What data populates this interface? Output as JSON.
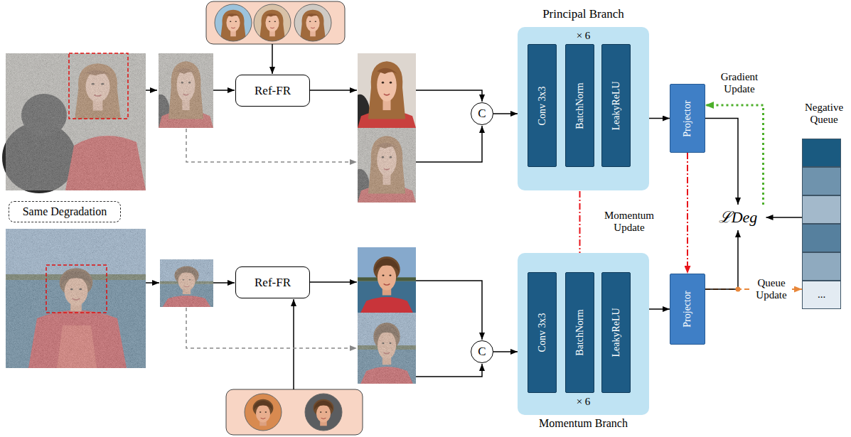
{
  "diagram": {
    "nodes": [
      {
        "text": [
          "Ref-FR"
        ]
      },
      {
        "text": [
          "C"
        ]
      },
      {
        "text": [
          "Principal Branch",
          "× 6"
        ]
      },
      {
        "text": [
          "Conv 3x3"
        ],
        "in": 2
      },
      {
        "text": [
          "BatchNorm"
        ],
        "in": 2
      },
      {
        "text": [
          "LeakyReLU"
        ],
        "in": 2
      },
      {
        "text": [
          "Projector"
        ]
      },
      {
        "text": [
          "ℒDeg"
        ]
      },
      {
        "text": [
          "Negative Queue",
          "..."
        ]
      },
      {
        "text": [
          "Same Degradation"
        ]
      },
      {
        "text": [
          "Ref-FR"
        ]
      },
      {
        "text": [
          "C"
        ]
      },
      {
        "text": [
          "× 6",
          "Momentum Branch"
        ]
      },
      {
        "text": [
          "Conv 3x3"
        ],
        "in": 12
      },
      {
        "text": [
          "BatchNorm"
        ],
        "in": 12
      },
      {
        "text": [
          "LeakyReLU"
        ],
        "in": 12
      },
      {
        "text": [
          "Projector"
        ]
      }
    ],
    "edges": [
      {
        "from": 1,
        "to": 2,
        "arrow": "to"
      },
      {
        "from": 2,
        "to": 6,
        "arrow": "to"
      },
      {
        "from": 6,
        "to": 7,
        "arrow": "to"
      },
      {
        "from": 7,
        "to": 6,
        "label": "Gradient Update",
        "arrow": "to"
      },
      {
        "from": 8,
        "to": 7,
        "arrow": "to"
      },
      {
        "from": 16,
        "to": 8,
        "label": "Queue Update",
        "arrow": "to"
      },
      {
        "from": 16,
        "to": 7,
        "arrow": "to"
      },
      {
        "from": 4,
        "to": 14,
        "arrow": "to"
      },
      {
        "from": 6,
        "to": 16,
        "arrow": "to"
      },
      {
        "from": 11,
        "to": 12,
        "arrow": "to"
      },
      {
        "from": 12,
        "to": 16,
        "arrow": "to"
      }
    ],
    "labels": [
      "Momentum Update"
    ]
  }
}
